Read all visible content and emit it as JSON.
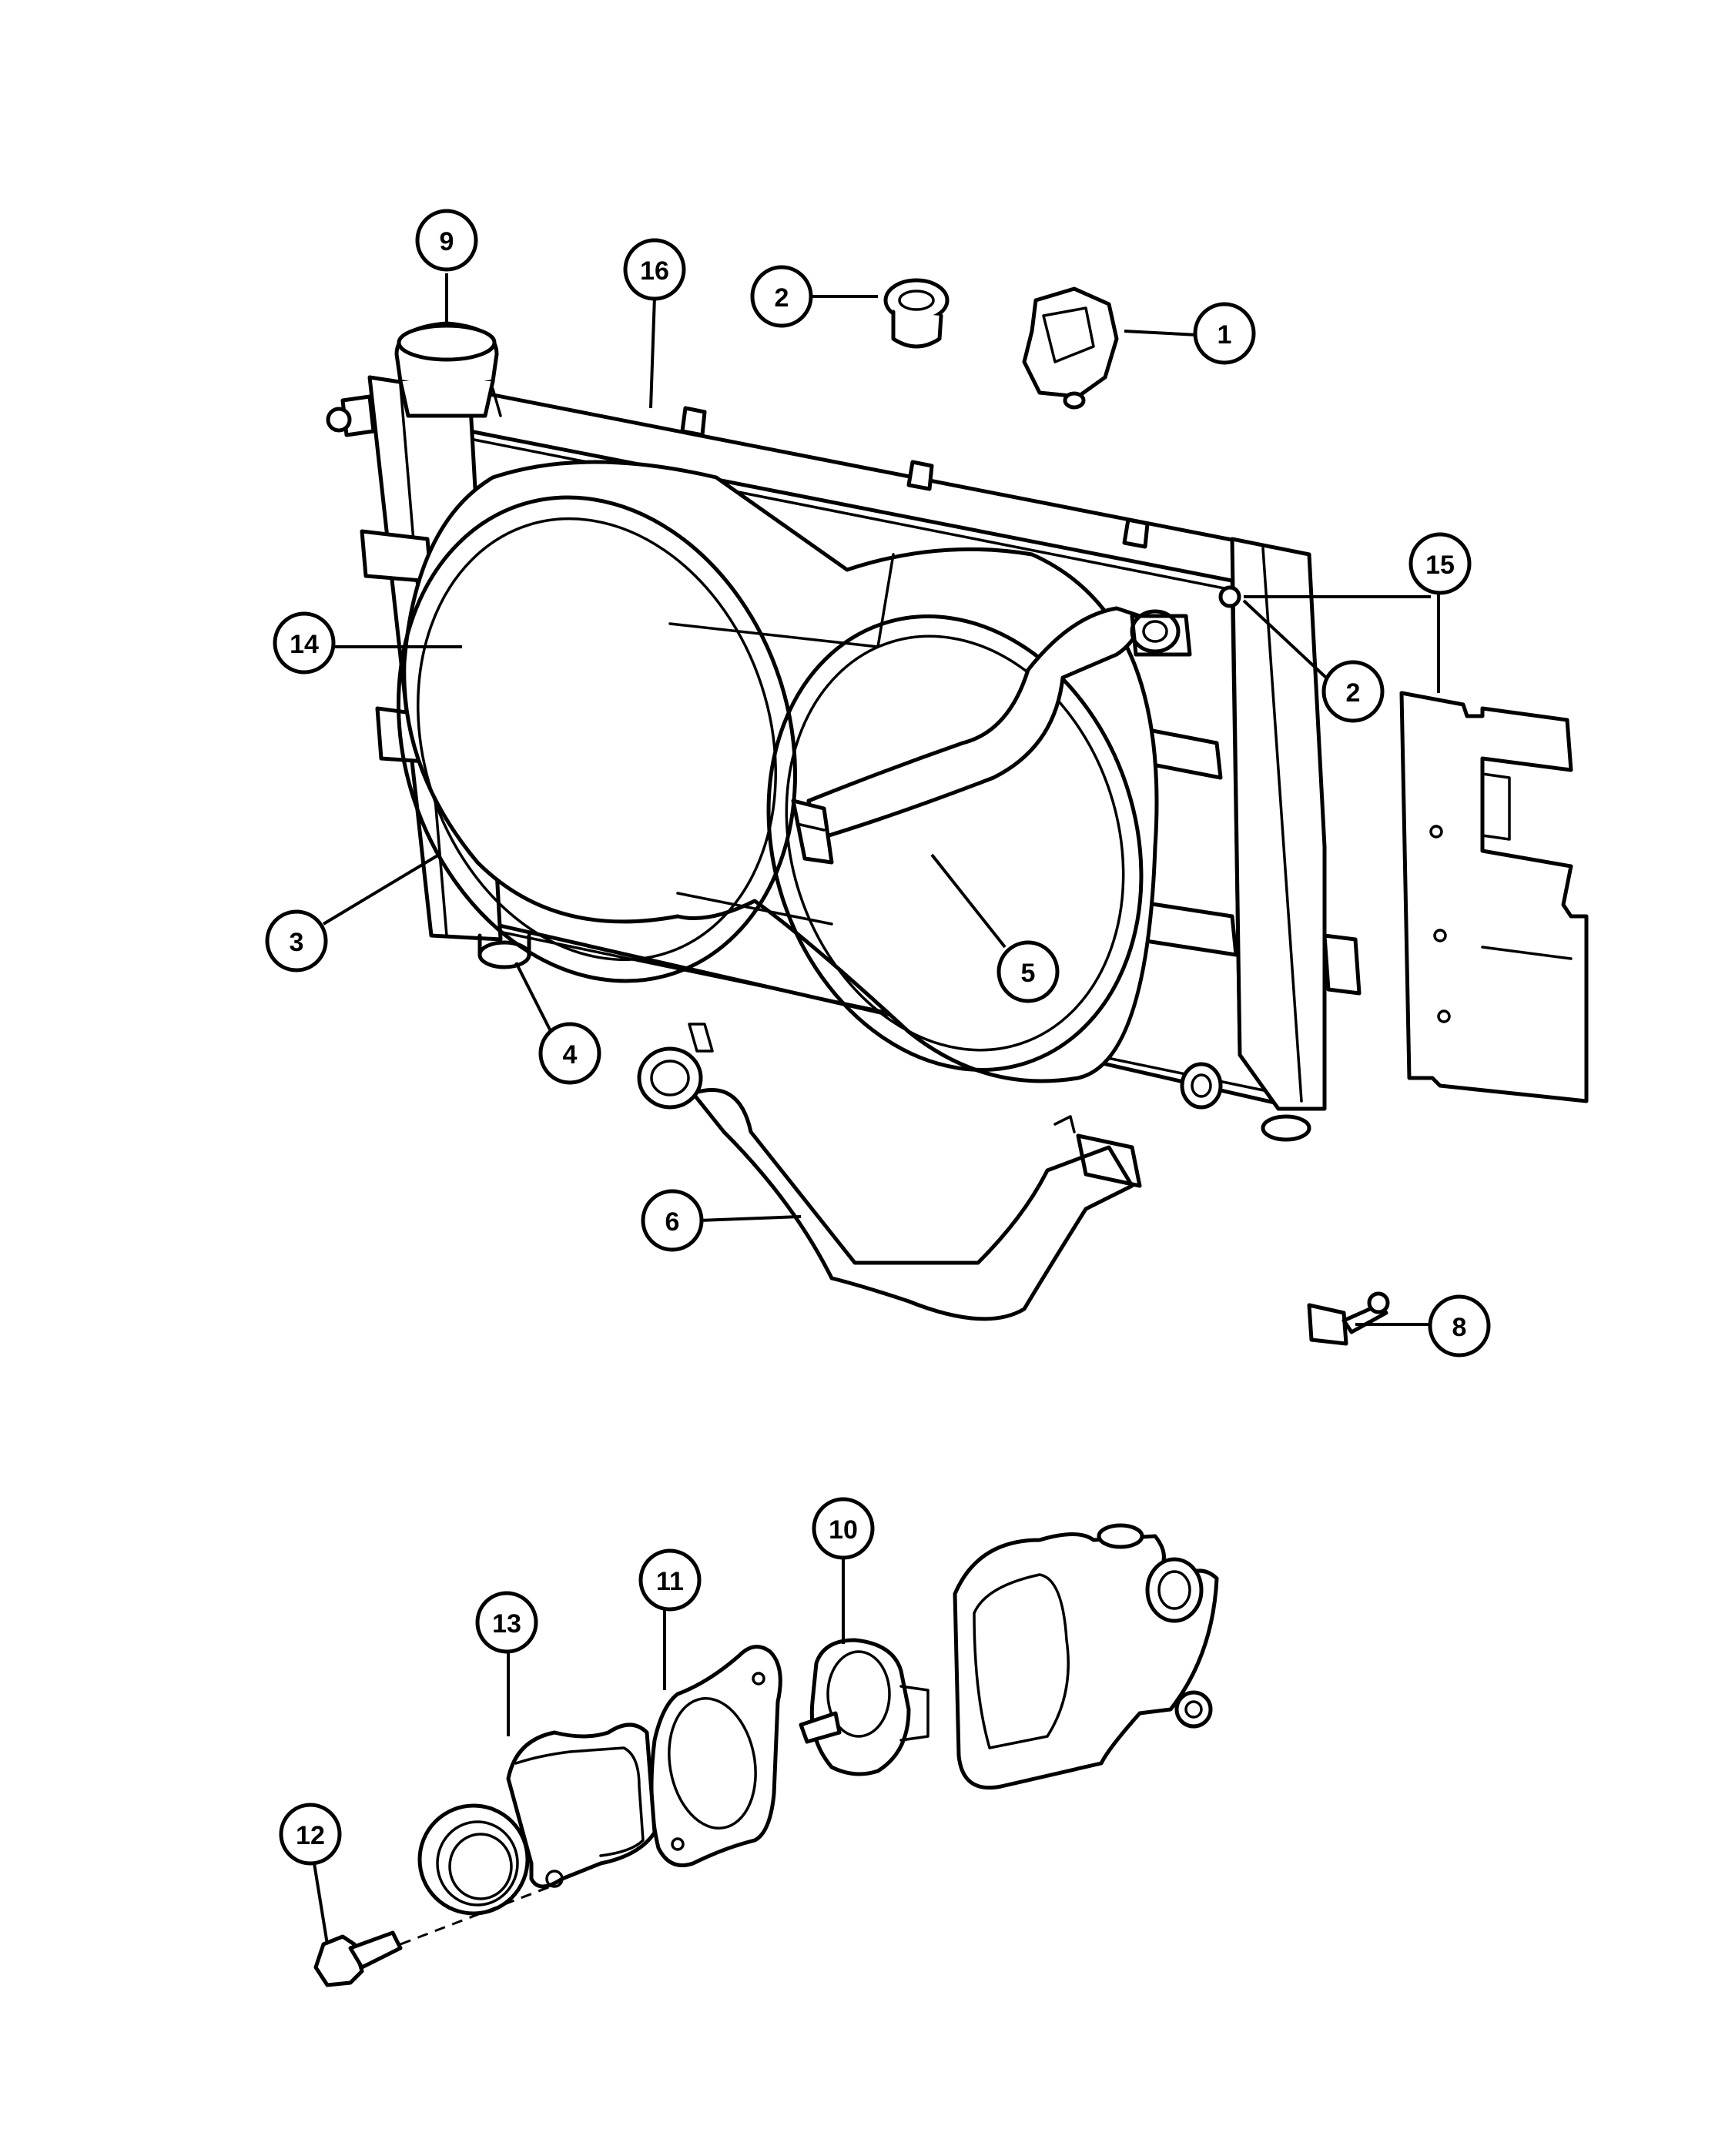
{
  "callouts": {
    "c1": "1",
    "c2a": "2",
    "c2b": "2",
    "c3": "3",
    "c4": "4",
    "c5": "5",
    "c6": "6",
    "c8": "8",
    "c9": "9",
    "c10": "10",
    "c11": "11",
    "c12": "12",
    "c13": "13",
    "c14": "14",
    "c15": "15",
    "c16": "16"
  },
  "colors": {
    "line": "#000000",
    "background": "#ffffff"
  }
}
